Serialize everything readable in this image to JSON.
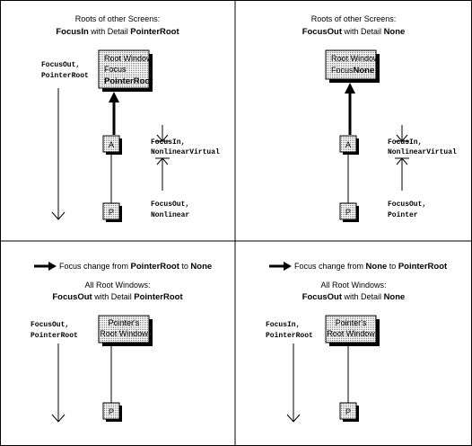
{
  "panels": {
    "top_left": {
      "heading_line1": "Roots of other Screens:",
      "heading_prefix": "FocusIn",
      "heading_mid": " with Detail ",
      "heading_detail": "PointerRoot",
      "root_box": {
        "line1": "Root Window",
        "line2": "Focus",
        "line3": "PointerRoot"
      },
      "node_a": "A",
      "node_p": "P",
      "left_label": [
        "FocusOut,",
        "PointerRoot"
      ],
      "mid_label": [
        "FocusIn,",
        "NonlinearVirtual"
      ],
      "bottom_label": [
        "FocusOut,",
        "Nonlinear"
      ]
    },
    "top_right": {
      "heading_line1": "Roots of other Screens:",
      "heading_prefix": "FocusOut",
      "heading_mid": " with Detail ",
      "heading_detail": "None",
      "root_box": {
        "line1": "Root Window",
        "line2_prefix": "Focus",
        "line2_value": "None"
      },
      "node_a": "A",
      "node_p": "P",
      "mid_label": [
        "FocusIn,",
        "NonlinearVirtual"
      ],
      "bottom_label": [
        "FocusOut,",
        "Pointer"
      ]
    },
    "bottom_left": {
      "change_prefix": "Focus change from ",
      "change_from": "PointerRoot",
      "change_mid": " to ",
      "change_to": "None",
      "heading_line1": "All Root Windows:",
      "heading_prefix": "FocusOut",
      "heading_mid": " with Detail ",
      "heading_detail": "PointerRoot",
      "root_box": {
        "line1": "Pointer's",
        "line2": "Root Window"
      },
      "node_p": "P",
      "left_label": [
        "FocusOut,",
        "PointerRoot"
      ]
    },
    "bottom_right": {
      "change_prefix": "Focus change from ",
      "change_from": "None",
      "change_mid": " to ",
      "change_to": "PointerRoot",
      "heading_line1": "All Root Windows:",
      "heading_prefix": "FocusOut",
      "heading_mid": " with Detail ",
      "heading_detail": "None",
      "root_box": {
        "line1": "Pointer's",
        "line2": "Root Window"
      },
      "node_p": "P",
      "left_label": [
        "FocusIn,",
        "PointerRoot"
      ]
    }
  }
}
